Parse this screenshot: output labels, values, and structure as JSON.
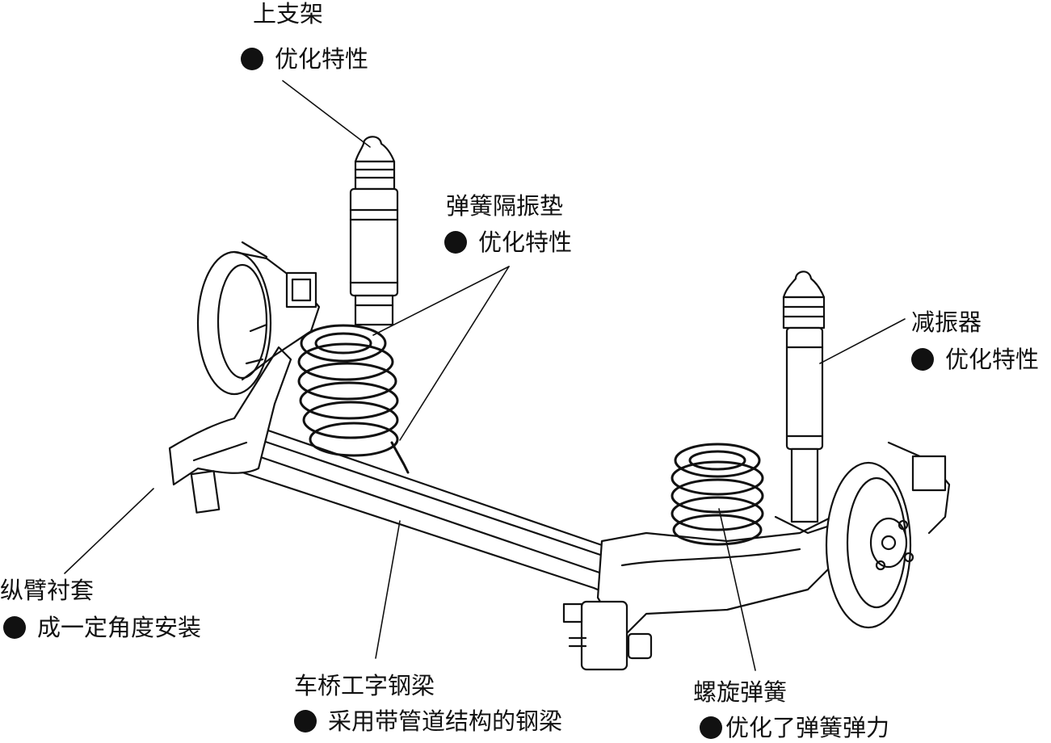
{
  "callouts": {
    "top_mount": {
      "title": "上支架",
      "bullet": "优化特性"
    },
    "spring_isolator": {
      "title": "弹簧隔振垫",
      "bullet": "优化特性"
    },
    "shock_absorber": {
      "title": "减振器",
      "bullet": "优化特性"
    },
    "trailing_bushing": {
      "title": "纵臂衬套",
      "bullet": "成一定角度安装"
    },
    "axle_beam": {
      "title": "车桥工字钢梁",
      "bullet": "采用带管道结构的钢梁"
    },
    "coil_spring": {
      "title": "螺旋弹簧",
      "bullet": "优化了弹簧弹力"
    }
  },
  "colors": {
    "ink": "#111111",
    "paper": "#ffffff",
    "bullet": "#111111"
  }
}
